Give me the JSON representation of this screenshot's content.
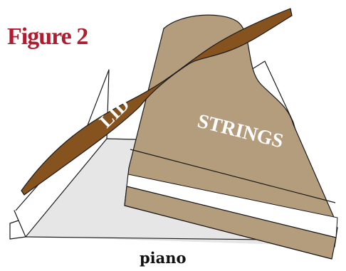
{
  "figure": {
    "title": "Figure 2",
    "title_color": "#b01c2e"
  },
  "parts": {
    "lid_label": "LID",
    "strings_label": "STRINGS",
    "caption": "piano"
  },
  "colors": {
    "lid_fill": "#86531f",
    "soundboard_fill": "#b49d7c",
    "floor_fill": "#e6e6e6",
    "keyboard_stripe": "#ffffff"
  }
}
